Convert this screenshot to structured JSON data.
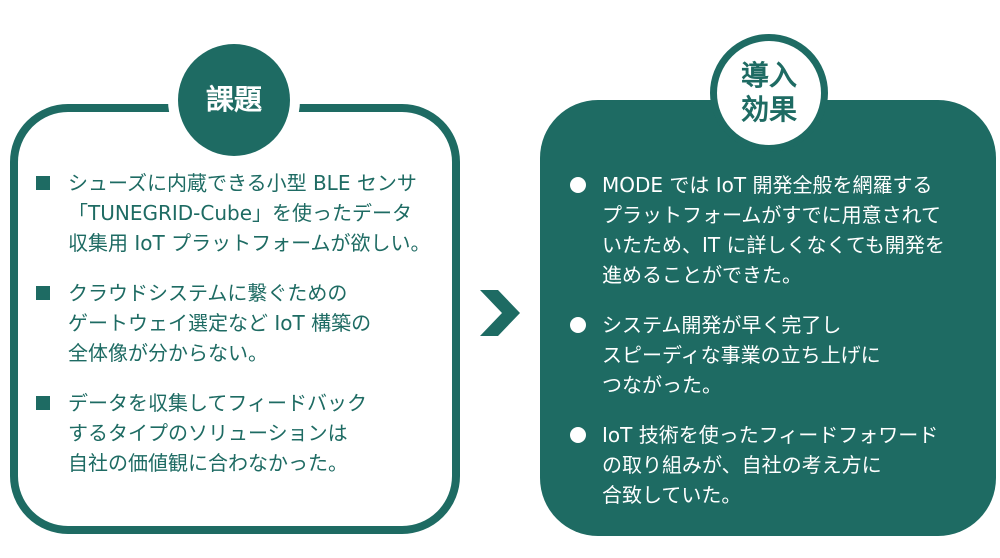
{
  "colors": {
    "accent": "#1e6b63"
  },
  "challenges": {
    "title": "課題",
    "items": [
      "シューズに内蔵できる小型 BLE センサ\n「TUNEGRID-Cube」を使ったデータ\n収集用 IoT プラットフォームが欲しい。",
      "クラウドシステムに繋ぐための\nゲートウェイ選定など IoT 構築の\n全体像が分からない。",
      "データを収集してフィードバック\nするタイプのソリューションは\n自社の価値観に合わなかった。"
    ]
  },
  "arrow_icon": "chevron-right",
  "effects": {
    "title_line1": "導入",
    "title_line2": "効果",
    "items": [
      "MODE では IoT 開発全般を網羅する\nプラットフォームがすでに用意されて\nいたため、IT に詳しくなくても開発を\n進めることができた。",
      "システム開発が早く完了し\nスピーディな事業の立ち上げに\nつながった。",
      "IoT 技術を使ったフィードフォワード\nの取り組みが、自社の考え方に\n合致していた。"
    ]
  }
}
